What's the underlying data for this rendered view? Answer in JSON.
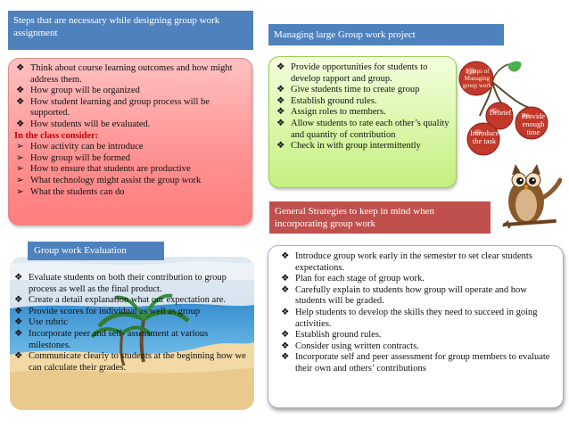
{
  "steps": {
    "title": "Steps that are necessary while designing group work assignment",
    "items": [
      "Think about course learning outcomes and how might address them.",
      "How group will be organized",
      "How student learning and group process will be supported.",
      "How students will be evaluated."
    ],
    "subheading": "In the class consider:",
    "consider_items": [
      "How activity can be introduce",
      "How group will be formed",
      "How to ensure that students are productive",
      "What technology might assist the group work",
      "What the students can do"
    ]
  },
  "managing": {
    "title": "Managing large Group work project",
    "items": [
      "Provide opportunities for students to develop rapport and group.",
      "Give students time to create group",
      "Establish ground rules.",
      "Assign roles to members.",
      "Allow students to rate each other’s quality and quantity of contribution",
      "Check in with group intermittently"
    ]
  },
  "evaluation": {
    "title": "Group work Evaluation",
    "items": [
      "Evaluate students on both their contribution to group process as well as the final product.",
      "Create a detail explanation what our expectation are.",
      "Provide scores for individual as well as group",
      "Use rubric",
      "Incorporate peer and self- assessment at various milestones.",
      "Communicate clearly to students at the beginning how we can calculate their grades."
    ]
  },
  "general": {
    "title": "General Strategies to keep in mind when incorporating group work",
    "items": [
      "Introduce group work early in the semester to set clear students expectations.",
      "Plan for each stage of group work.",
      "Carefully explain to students how group will operate and how students will be graded.",
      "Help students to develop the skills they need to succeed in going activities.",
      "Establish ground rules.",
      "Consider using written contracts.",
      "Incorporate self and peer assessment for group members to evaluate their own and others’ contributions"
    ]
  },
  "tree": {
    "top": "3 steps of Managing group work",
    "left": "Debrief",
    "middle": "Introduce the task",
    "right": "Provide enough time"
  },
  "bullet_symbol": "❖",
  "arrow_symbol": "➢",
  "colors": {
    "header_blue": "#4f81bd",
    "header_red": "#c0504d",
    "steps_box": "#ff9a9a",
    "manage_box": "#d2f59a",
    "subheading_red": "#c00000",
    "cherry": "#c0392b"
  }
}
